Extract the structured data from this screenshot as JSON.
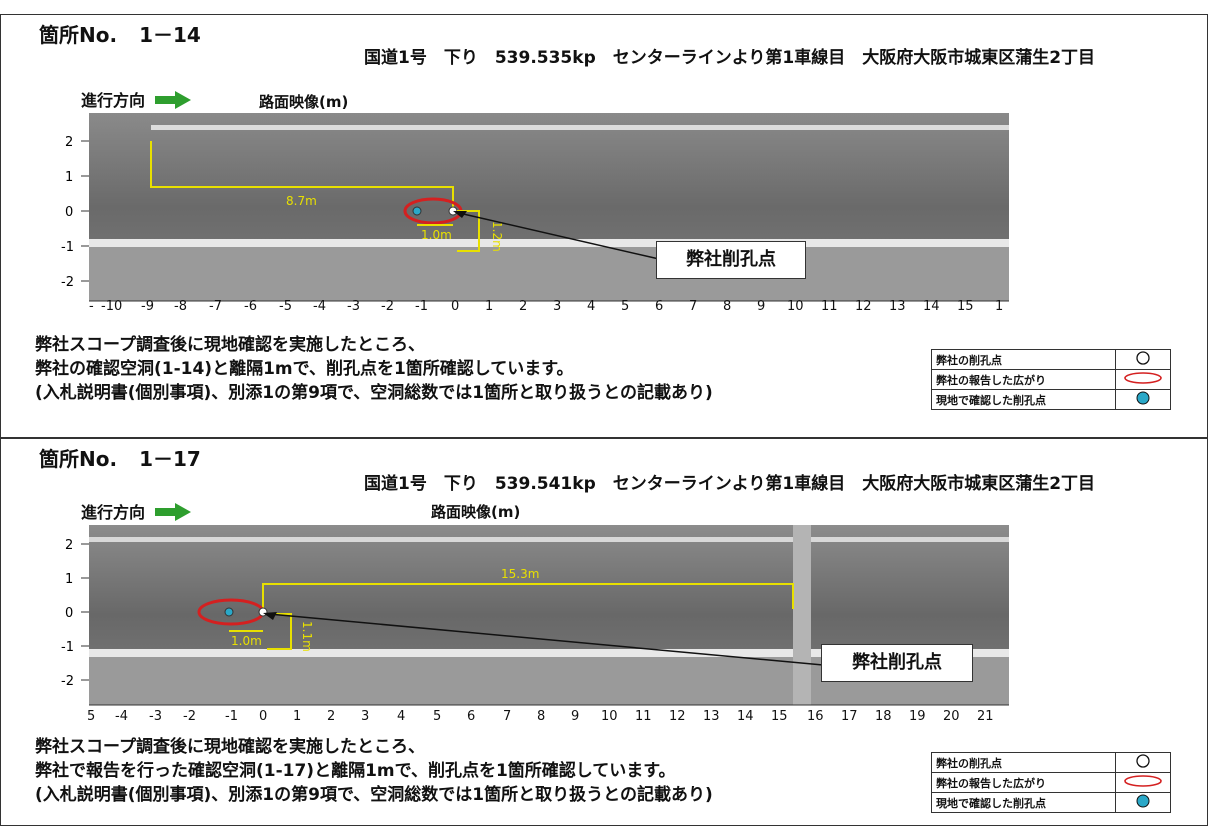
{
  "sections": [
    {
      "title_prefix": "箇所No.",
      "number": "1－14",
      "location": "国道1号　下り　539.535kp　センターラインより第1車線目　大阪府大阪市城東区蒲生2丁目",
      "direction_label": "進行方向",
      "image_label": "路面映像(m)",
      "y_ticks": [
        "2",
        "1",
        "0",
        "-1",
        "-2"
      ],
      "x_ticks": [
        "-",
        "-10",
        "-9",
        "-8",
        "-7",
        "-6",
        "-5",
        "-4",
        "-3",
        "-2",
        "-1",
        "0",
        "1",
        "2",
        "3",
        "4",
        "5",
        "6",
        "7",
        "8",
        "9",
        "10",
        "11",
        "12",
        "13",
        "14",
        "15",
        "1"
      ],
      "dimensions": [
        "8.7m",
        "1.0m",
        "1.2m"
      ],
      "callout": "弊社削孔点",
      "notes": [
        "弊社スコープ調査後に現地確認を実施したところ、",
        "弊社の確認空洞(1-14)と離隔1mで、削孔点を1箇所確認しています。",
        "(入札説明書(個別事項)、別添1の第9項で、空洞総数では1箇所と取り扱うとの記載あり)"
      ],
      "legend": [
        "弊社の削孔点",
        "弊社の報告した広がり",
        "現地で確認した削孔点"
      ]
    },
    {
      "title_prefix": "箇所No.",
      "number": "1－17",
      "location": "国道1号　下り　539.541kp　センターラインより第1車線目　大阪府大阪市城東区蒲生2丁目",
      "direction_label": "進行方向",
      "image_label": "路面映像(m)",
      "y_ticks": [
        "2",
        "1",
        "0",
        "-1",
        "-2"
      ],
      "x_ticks": [
        "5",
        "-4",
        "-3",
        "-2",
        "-1",
        "0",
        "1",
        "2",
        "3",
        "4",
        "5",
        "6",
        "7",
        "8",
        "9",
        "10",
        "11",
        "12",
        "13",
        "14",
        "15",
        "16",
        "17",
        "18",
        "19",
        "20",
        "21"
      ],
      "dimensions": [
        "15.3m",
        "1.0m",
        "1.1m"
      ],
      "callout": "弊社削孔点",
      "notes": [
        "弊社スコープ調査後に現地確認を実施したところ、",
        "弊社で報告を行った確認空洞(1-17)と離隔1mで、削孔点を1箇所確認しています。",
        "(入札説明書(個別事項)、別添1の第9項で、空洞総数では1箇所と取り扱うとの記載あり)"
      ],
      "legend": [
        "弊社の削孔点",
        "弊社の報告した広がり",
        "現地で確認した削孔点"
      ]
    }
  ],
  "colors": {
    "dimension_line": "#e8e000",
    "ellipse": "#d42020",
    "field_point": "#2aa8c8",
    "arrow": "#2e9e2e"
  }
}
